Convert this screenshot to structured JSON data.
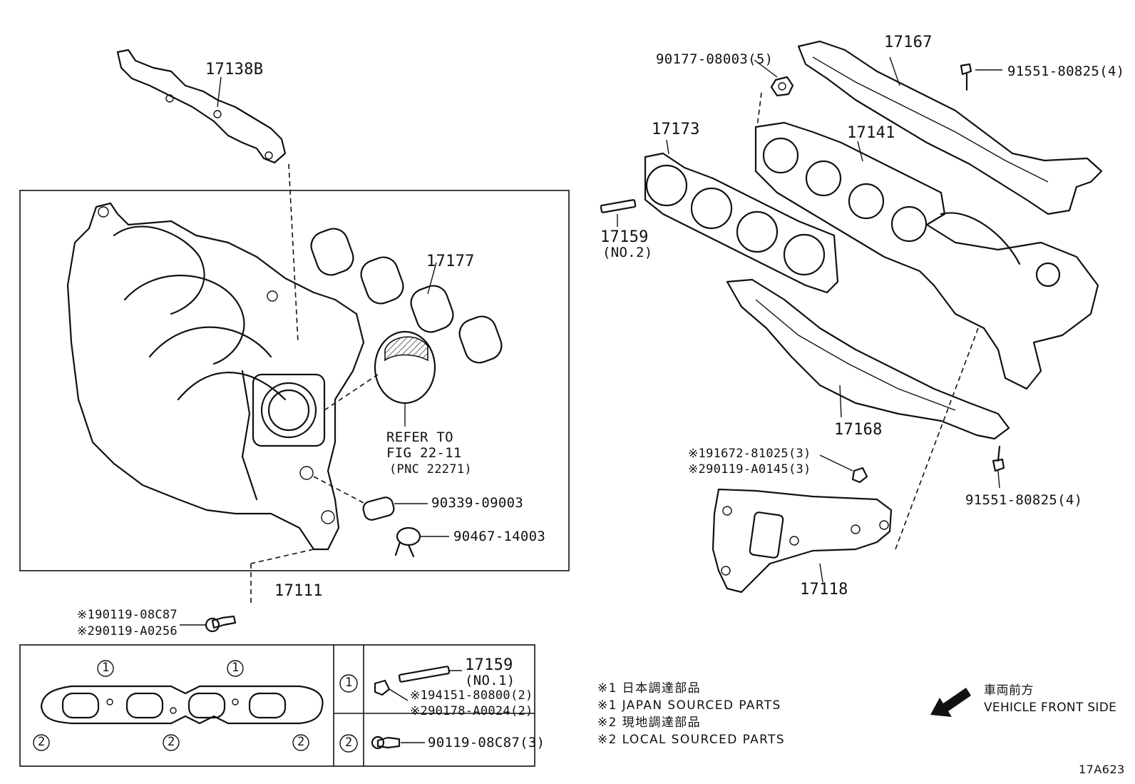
{
  "part_numbers": {
    "p17138B": "17138B",
    "p17177": "17177",
    "p17111": "17111",
    "p90339": "90339-09003",
    "p90467": "90467-14003",
    "p90177": "90177-08003(5)",
    "p17167": "17167",
    "p91551_top": "91551-80825(4)",
    "p17173": "17173",
    "p17141": "17141",
    "p17159_no2": "17159",
    "p17159_no2_sub": "(NO.2)",
    "p17168": "17168",
    "p91672": "※191672-81025(3)",
    "p90119_a0145": "※290119-A0145(3)",
    "p91551_bottom": "91551-80825(4)",
    "p17118": "17118",
    "p90119_08c87": "※190119-08C87",
    "p90119_a0256": "※290119-A0256",
    "p17159_no1": "17159",
    "p17159_no1_sub": "(NO.1)",
    "p94151": "※194151-80800(2)",
    "p90178": "※290178-A0024(2)",
    "p90119_08c87_3": "90119-08C87(3)"
  },
  "refer": {
    "line1": "REFER TO",
    "line2": "FIG 22-11",
    "line3": "(PNC 22271)"
  },
  "legend": {
    "circle1": "1",
    "circle2": "2"
  },
  "notes": {
    "n1_jp": "※1 日本調達部品",
    "n1_en": "※1 JAPAN SOURCED PARTS",
    "n2_jp": "※2 現地調達部品",
    "n2_en": "※2 LOCAL SOURCED PARTS"
  },
  "direction": {
    "jp": "車両前方",
    "en": "VEHICLE FRONT SIDE"
  },
  "figure_code": "17A623"
}
